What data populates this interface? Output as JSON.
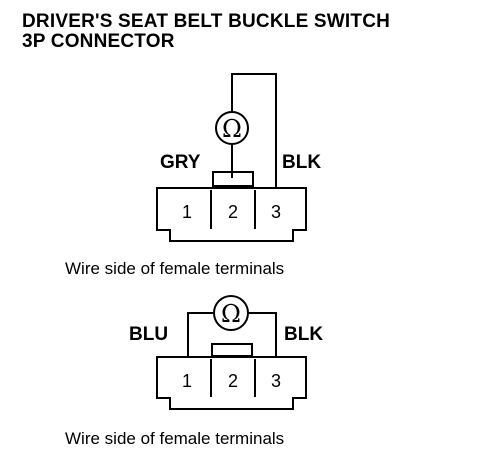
{
  "title": {
    "line1": "DRIVER'S SEAT BELT BUCKLE SWITCH",
    "line2": "3P CONNECTOR"
  },
  "diagram_top": {
    "left_wire_label": "GRY",
    "right_wire_label": "BLK",
    "pins": [
      "1",
      "2",
      "3"
    ],
    "meter_symbol": "Ω",
    "caption": "Wire side of female terminals"
  },
  "diagram_bottom": {
    "left_wire_label": "BLU",
    "right_wire_label": "BLK",
    "pins": [
      "1",
      "2",
      "3"
    ],
    "meter_symbol": "Ω",
    "caption": "Wire side of female terminals"
  }
}
